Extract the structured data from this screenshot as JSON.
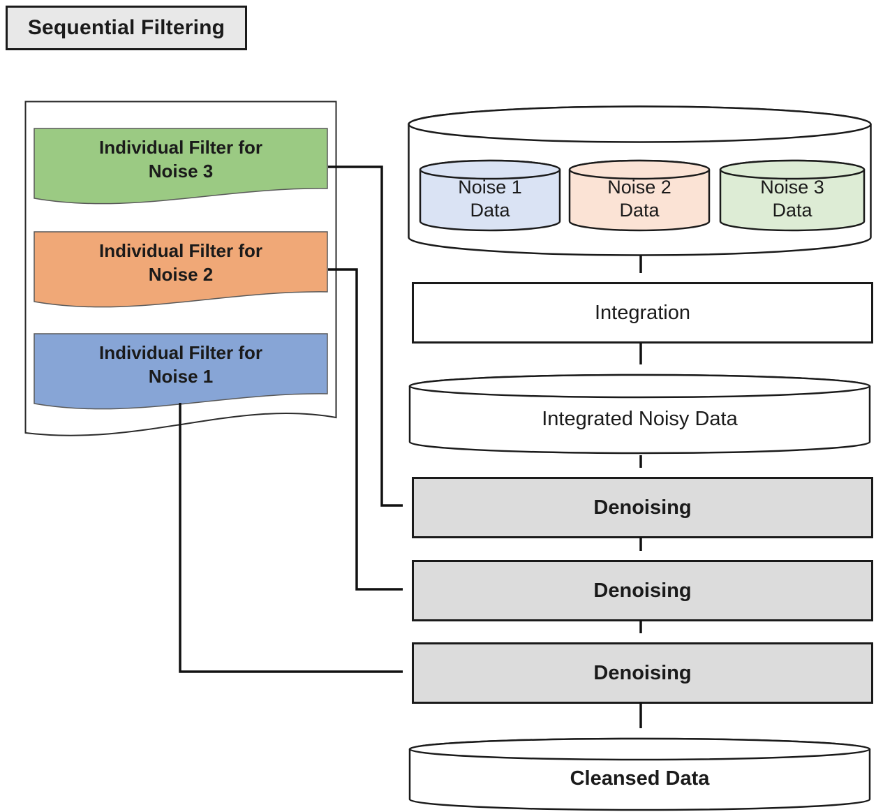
{
  "diagram_title": "Sequential Filtering",
  "filter_panel": {
    "filters": [
      {
        "line1": "Individual Filter for",
        "line2": "Noise 3",
        "fill": "#9bca83"
      },
      {
        "line1": "Individual Filter for",
        "line2": "Noise 2",
        "fill": "#f0a877"
      },
      {
        "line1": "Individual Filter for",
        "line2": "Noise 1",
        "fill": "#87a5d6"
      }
    ]
  },
  "pipeline": {
    "source_database": {
      "cylinders": [
        {
          "line1": "Noise 1",
          "line2": "Data",
          "fill": "#dae3f4"
        },
        {
          "line1": "Noise 2",
          "line2": "Data",
          "fill": "#fbe3d5"
        },
        {
          "line1": "Noise 3",
          "line2": "Data",
          "fill": "#ddecd5"
        }
      ]
    },
    "integration": "Integration",
    "integrated_noisy_data": "Integrated Noisy Data",
    "denoising_steps": [
      "Denoising",
      "Denoising",
      "Denoising"
    ],
    "cleansed_data": "Cleansed Data"
  },
  "colors": {
    "title_fill": "#e8e8e8",
    "process_fill": "#dcdcdc",
    "stroke": "#1a1a1a",
    "connector": "#111111"
  }
}
